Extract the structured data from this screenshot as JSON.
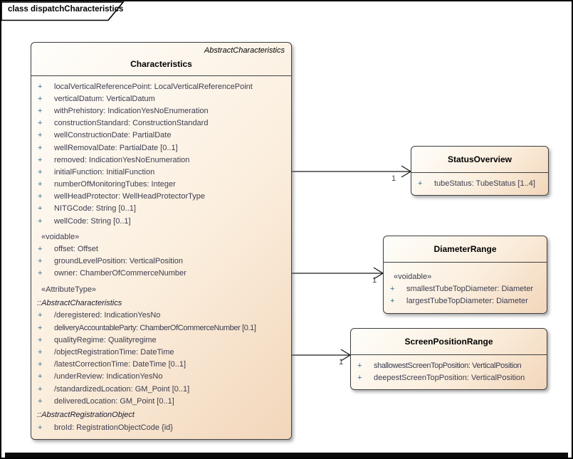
{
  "frame": {
    "title": "class dispatchCharacteristics"
  },
  "colors": {
    "box_fill_light": "#fffefb",
    "box_fill_dark": "#f2d6ba",
    "box_border": "#3f3f3f",
    "member_text": "#3c3c50",
    "plus_sign": "#2e6e8e",
    "multiplicity_text": "#4a4430"
  },
  "classes": [
    {
      "name": "Characteristics",
      "stereotype": "AbstractCharacteristics",
      "rows": [
        {
          "k": "attr",
          "t": "localVerticalReferencePoint: LocalVerticalReferencePoint"
        },
        {
          "k": "attr",
          "t": "verticalDatum: VerticalDatum"
        },
        {
          "k": "attr",
          "t": "withPrehistory: IndicationYesNoEnumeration"
        },
        {
          "k": "attr",
          "t": "constructionStandard: ConstructionStandard"
        },
        {
          "k": "attr",
          "t": "wellConstructionDate: PartialDate"
        },
        {
          "k": "attr",
          "t": "wellRemovalDate: PartialDate [0..1]"
        },
        {
          "k": "attr",
          "t": "removed: IndicationYesNoEnumeration"
        },
        {
          "k": "attr",
          "t": "initialFunction: InitialFunction"
        },
        {
          "k": "attr",
          "t": "numberOfMonitoringTubes: Integer"
        },
        {
          "k": "attr",
          "t": "wellHeadProtector: WellHeadProtectorType"
        },
        {
          "k": "attr",
          "t": "NITGCode: String [0..1]"
        },
        {
          "k": "attr",
          "t": "wellCode: String [0..1]"
        },
        {
          "k": "stereo",
          "t": "«voidable»"
        },
        {
          "k": "attr",
          "t": "offset: Offset"
        },
        {
          "k": "attr",
          "t": "groundLevelPosition: VerticalPosition"
        },
        {
          "k": "attr",
          "t": "owner: ChamberOfCommerceNumber"
        },
        {
          "k": "stereo",
          "t": "«AttributeType»"
        },
        {
          "k": "group",
          "t": "::AbstractCharacteristics"
        },
        {
          "k": "attr",
          "t": "/deregistered: IndicationYesNo"
        },
        {
          "k": "attr",
          "t": "deliveryAccountableParty: ChamberOfCommerceNumber [0.1]",
          "c": true
        },
        {
          "k": "attr",
          "t": "qualityRegime: Qualityregime"
        },
        {
          "k": "attr",
          "t": "/objectRegistrationTime: DateTime"
        },
        {
          "k": "attr",
          "t": "/latestCorrectionTime: DateTime [0..1]"
        },
        {
          "k": "attr",
          "t": "/underReview: IndicationYesNo"
        },
        {
          "k": "attr",
          "t": "/standardizedLocation: GM_Point [0..1]"
        },
        {
          "k": "attr",
          "t": "deliveredLocation: GM_Point [0..1]"
        },
        {
          "k": "group",
          "t": "::AbstractRegistrationObject"
        },
        {
          "k": "attr",
          "t": "broId: RegistrationObjectCode {id}"
        }
      ]
    },
    {
      "name": "StatusOverview",
      "rows": [
        {
          "k": "attr",
          "t": "tubeStatus: TubeStatus [1..4]"
        }
      ]
    },
    {
      "name": "DiameterRange",
      "rows": [
        {
          "k": "stereo",
          "t": "«voidable»"
        },
        {
          "k": "attr",
          "t": "smallestTubeTopDiameter: Diameter"
        },
        {
          "k": "attr",
          "t": "largestTubeTopDiameter: Diameter"
        }
      ]
    },
    {
      "name": "ScreenPositionRange",
      "rows": [
        {
          "k": "attr",
          "t": "shallowestScreenTopPosition: VerticalPosition",
          "c": true
        },
        {
          "k": "attr",
          "t": "deepestScreenTopPosition: VerticalPosition"
        }
      ]
    }
  ],
  "associations": [
    {
      "from": "Characteristics",
      "to": "StatusOverview",
      "multiplicity": "1"
    },
    {
      "from": "Characteristics",
      "to": "DiameterRange",
      "multiplicity": "1"
    },
    {
      "from": "Characteristics",
      "to": "ScreenPositionRange",
      "multiplicity": "1"
    }
  ]
}
